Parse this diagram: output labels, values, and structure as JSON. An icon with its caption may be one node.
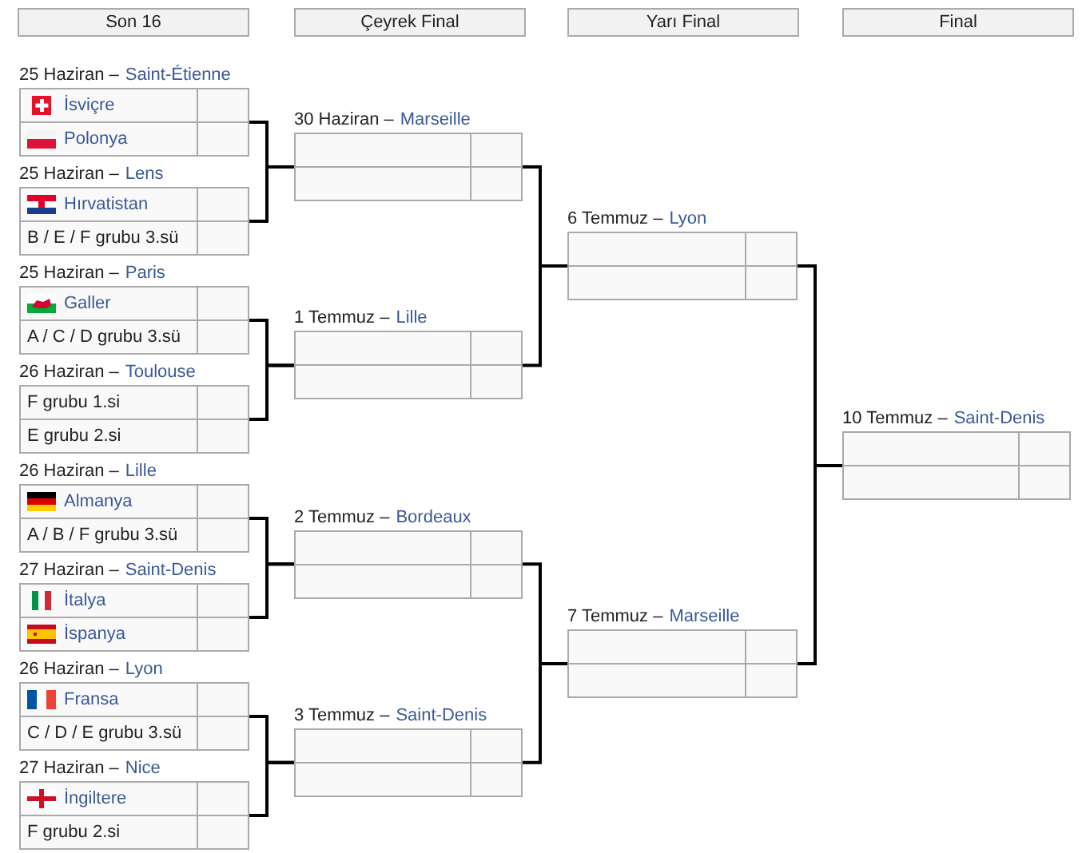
{
  "diagram": {
    "nodes": [
      {
        "text": [
          "Son 16"
        ]
      },
      {
        "text": [
          "Çeyrek Final"
        ]
      },
      {
        "text": [
          "Yarı Final"
        ]
      },
      {
        "text": [
          "Final"
        ]
      },
      {
        "text": [
          "25 Haziran –",
          "Saint-Étienne",
          "İsviçre",
          "Polonya"
        ]
      },
      {
        "text": [
          "25 Haziran –",
          "Lens",
          "Hırvatistan",
          "B / E / F grubu 3.sü"
        ]
      },
      {
        "text": [
          "25 Haziran –",
          "Paris",
          "Galler",
          "A / C / D grubu 3.sü"
        ]
      },
      {
        "text": [
          "26 Haziran –",
          "Toulouse",
          "F grubu 1.si",
          "E grubu 2.si"
        ]
      },
      {
        "text": [
          "26 Haziran –",
          "Lille",
          "Almanya",
          "A / B / F grubu 3.sü"
        ]
      },
      {
        "text": [
          "27 Haziran –",
          "Saint-Denis",
          "İtalya",
          "İspanya"
        ]
      },
      {
        "text": [
          "26 Haziran –",
          "Lyon",
          "Fransa",
          "C / D / E grubu 3.sü"
        ]
      },
      {
        "text": [
          "27 Haziran –",
          "Nice",
          "İngiltere",
          "F grubu 2.si"
        ]
      },
      {
        "text": [
          "30 Haziran –",
          "Marseille"
        ]
      },
      {
        "text": [
          "1 Temmuz –",
          "Lille"
        ]
      },
      {
        "text": [
          "2 Temmuz –",
          "Bordeaux"
        ]
      },
      {
        "text": [
          "3 Temmuz –",
          "Saint-Denis"
        ]
      },
      {
        "text": [
          "6 Temmuz –",
          "Lyon"
        ]
      },
      {
        "text": [
          "7 Temmuz –",
          "Marseille"
        ]
      },
      {
        "text": [
          "10 Temmuz –",
          "Saint-Denis"
        ]
      }
    ],
    "edges": [
      {
        "from": 4,
        "to": 12,
        "arrow": "none"
      },
      {
        "from": 5,
        "to": 12,
        "arrow": "none"
      },
      {
        "from": 6,
        "to": 13,
        "arrow": "none"
      },
      {
        "from": 7,
        "to": 13,
        "arrow": "none"
      },
      {
        "from": 8,
        "to": 14,
        "arrow": "none"
      },
      {
        "from": 9,
        "to": 14,
        "arrow": "none"
      },
      {
        "from": 10,
        "to": 15,
        "arrow": "none"
      },
      {
        "from": 11,
        "to": 15,
        "arrow": "none"
      },
      {
        "from": 12,
        "to": 16,
        "arrow": "none"
      },
      {
        "from": 13,
        "to": 16,
        "arrow": "none"
      },
      {
        "from": 14,
        "to": 17,
        "arrow": "none"
      },
      {
        "from": 15,
        "to": 17,
        "arrow": "none"
      },
      {
        "from": 16,
        "to": 18,
        "arrow": "none"
      },
      {
        "from": 17,
        "to": 18,
        "arrow": "none"
      }
    ]
  }
}
